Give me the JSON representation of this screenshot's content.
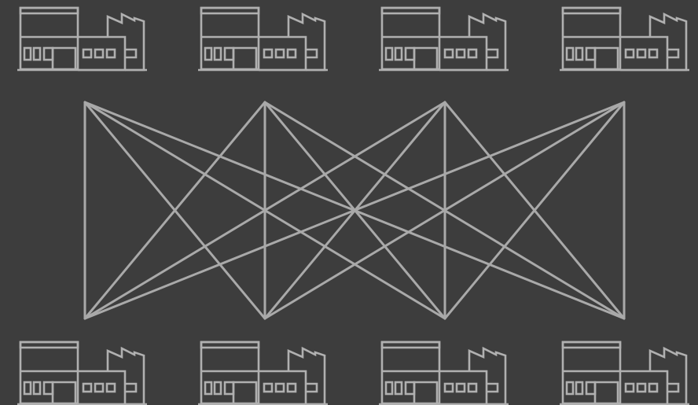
{
  "diagram": {
    "type": "complete-bipartite-network",
    "background_color": "#3d3d3d",
    "stroke_color": "#b0b0b0",
    "node_icon": "factory-icon",
    "top_factory_count": 4,
    "bottom_factory_count": 4,
    "connection_count": 16
  }
}
